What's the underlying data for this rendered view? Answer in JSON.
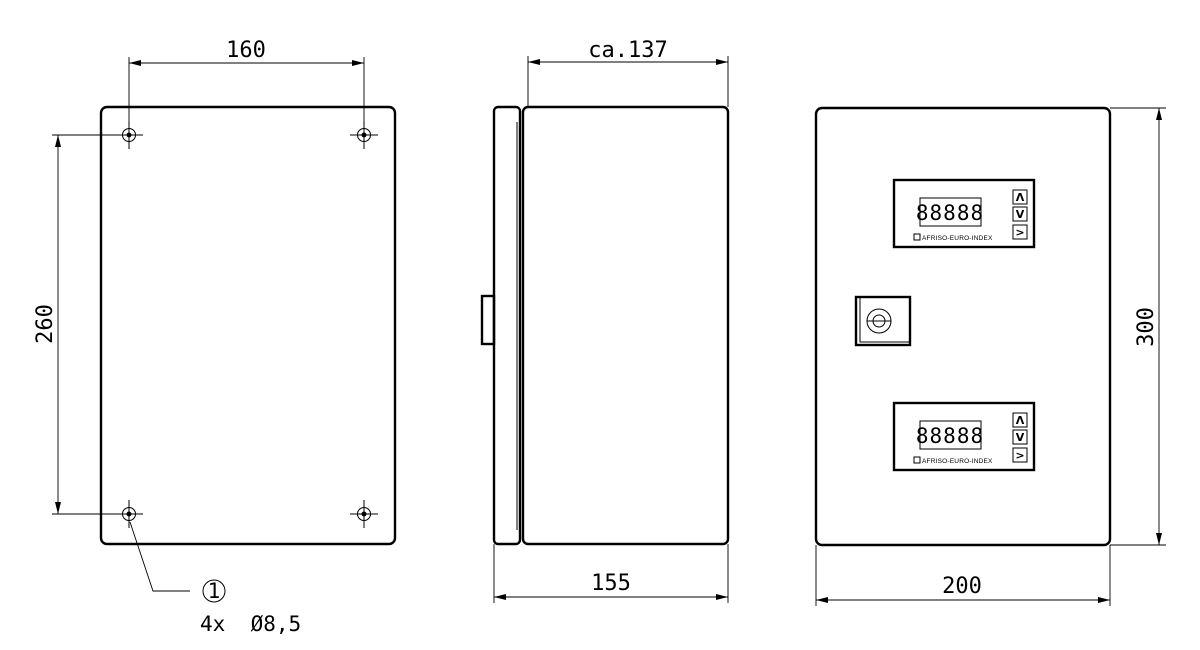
{
  "dimensions": {
    "hole_spacing_width": "160",
    "hole_spacing_height": "260",
    "side_depth": "ca.137",
    "side_total_depth": "155",
    "front_width": "200",
    "front_height": "300"
  },
  "callout": {
    "number": "1",
    "text": "4x  Ø8,5"
  },
  "displays": [
    {
      "readout": "88888",
      "brand": "AFRISO-EURO-INDEX",
      "buttons": [
        "Λ",
        "V",
        ">"
      ]
    },
    {
      "readout": "88888",
      "brand": "AFRISO-EURO-INDEX",
      "buttons": [
        "Λ",
        "V",
        ">"
      ]
    }
  ]
}
